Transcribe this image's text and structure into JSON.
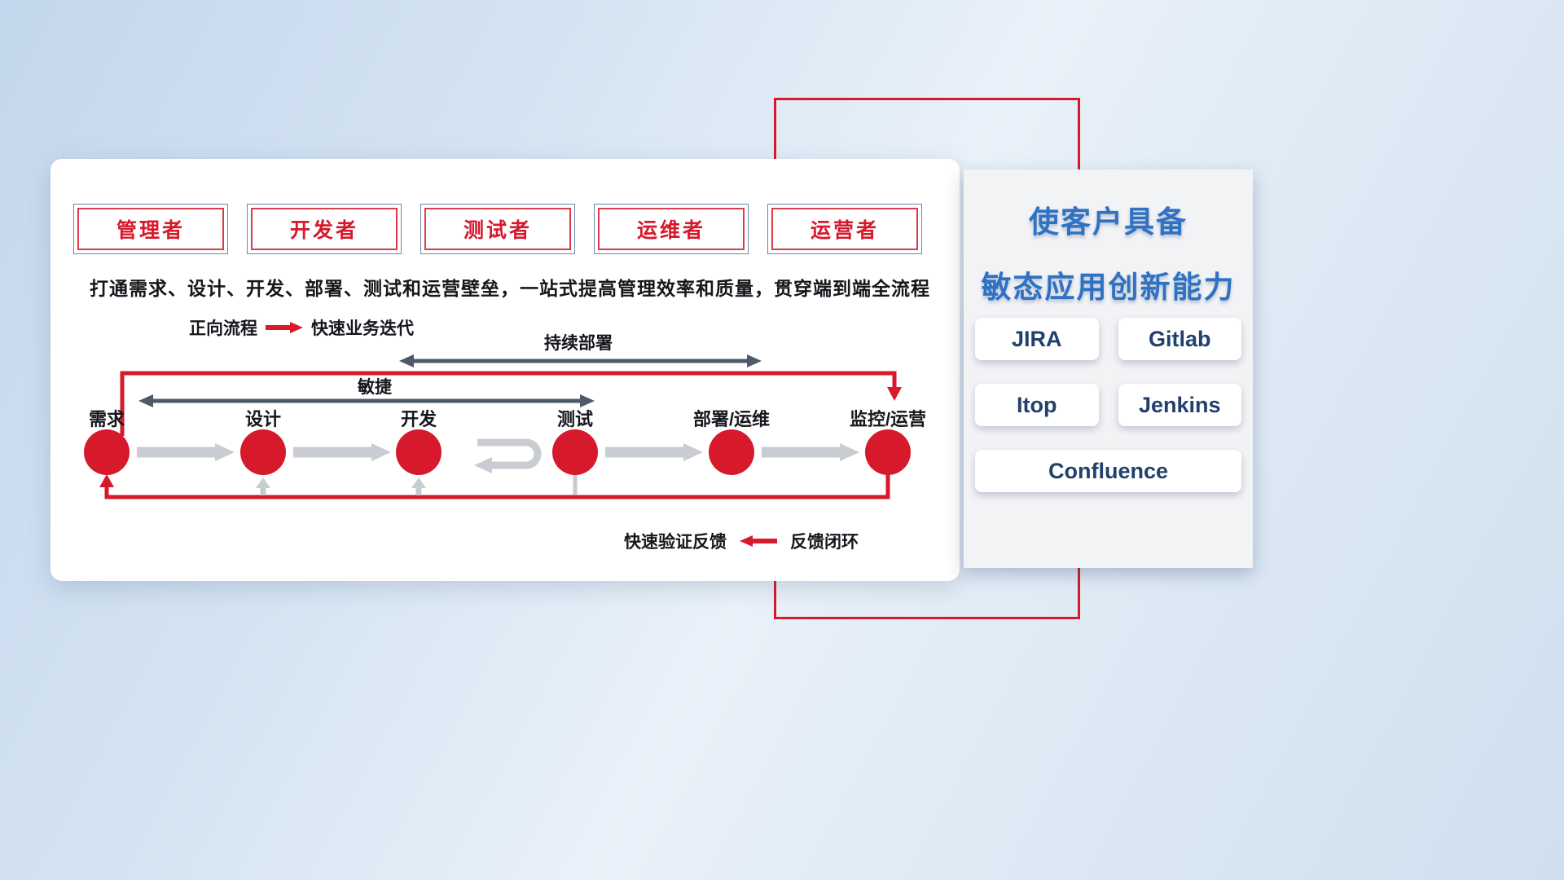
{
  "colors": {
    "red": "#d6192b",
    "dark_arrow": "#4e5a68",
    "gray_arrow": "#c9cdd2",
    "panel_title_blue": "#2f72c4",
    "tool_text": "#21406b"
  },
  "roles": [
    "管理者",
    "开发者",
    "测试者",
    "运维者",
    "运营者"
  ],
  "description": "打通需求、设计、开发、部署、测试和运营壁垒，一站式提高管理效率和质量，贯穿端到端全流程",
  "forward_legend": {
    "label": "正向流程",
    "caption": "快速业务迭代"
  },
  "span_arrows": {
    "continuous_deployment": "持续部署",
    "agile": "敏捷"
  },
  "nodes": [
    "需求",
    "设计",
    "开发",
    "测试",
    "部署/运维",
    "监控/运营"
  ],
  "feedback_legend": {
    "caption": "快速验证反馈",
    "label": "反馈闭环"
  },
  "panel": {
    "title_line1": "使客户具备",
    "title_line2": "敏态应用创新能力",
    "tools": [
      "JIRA",
      "Gitlab",
      "Itop",
      "Jenkins",
      "Confluence"
    ]
  }
}
